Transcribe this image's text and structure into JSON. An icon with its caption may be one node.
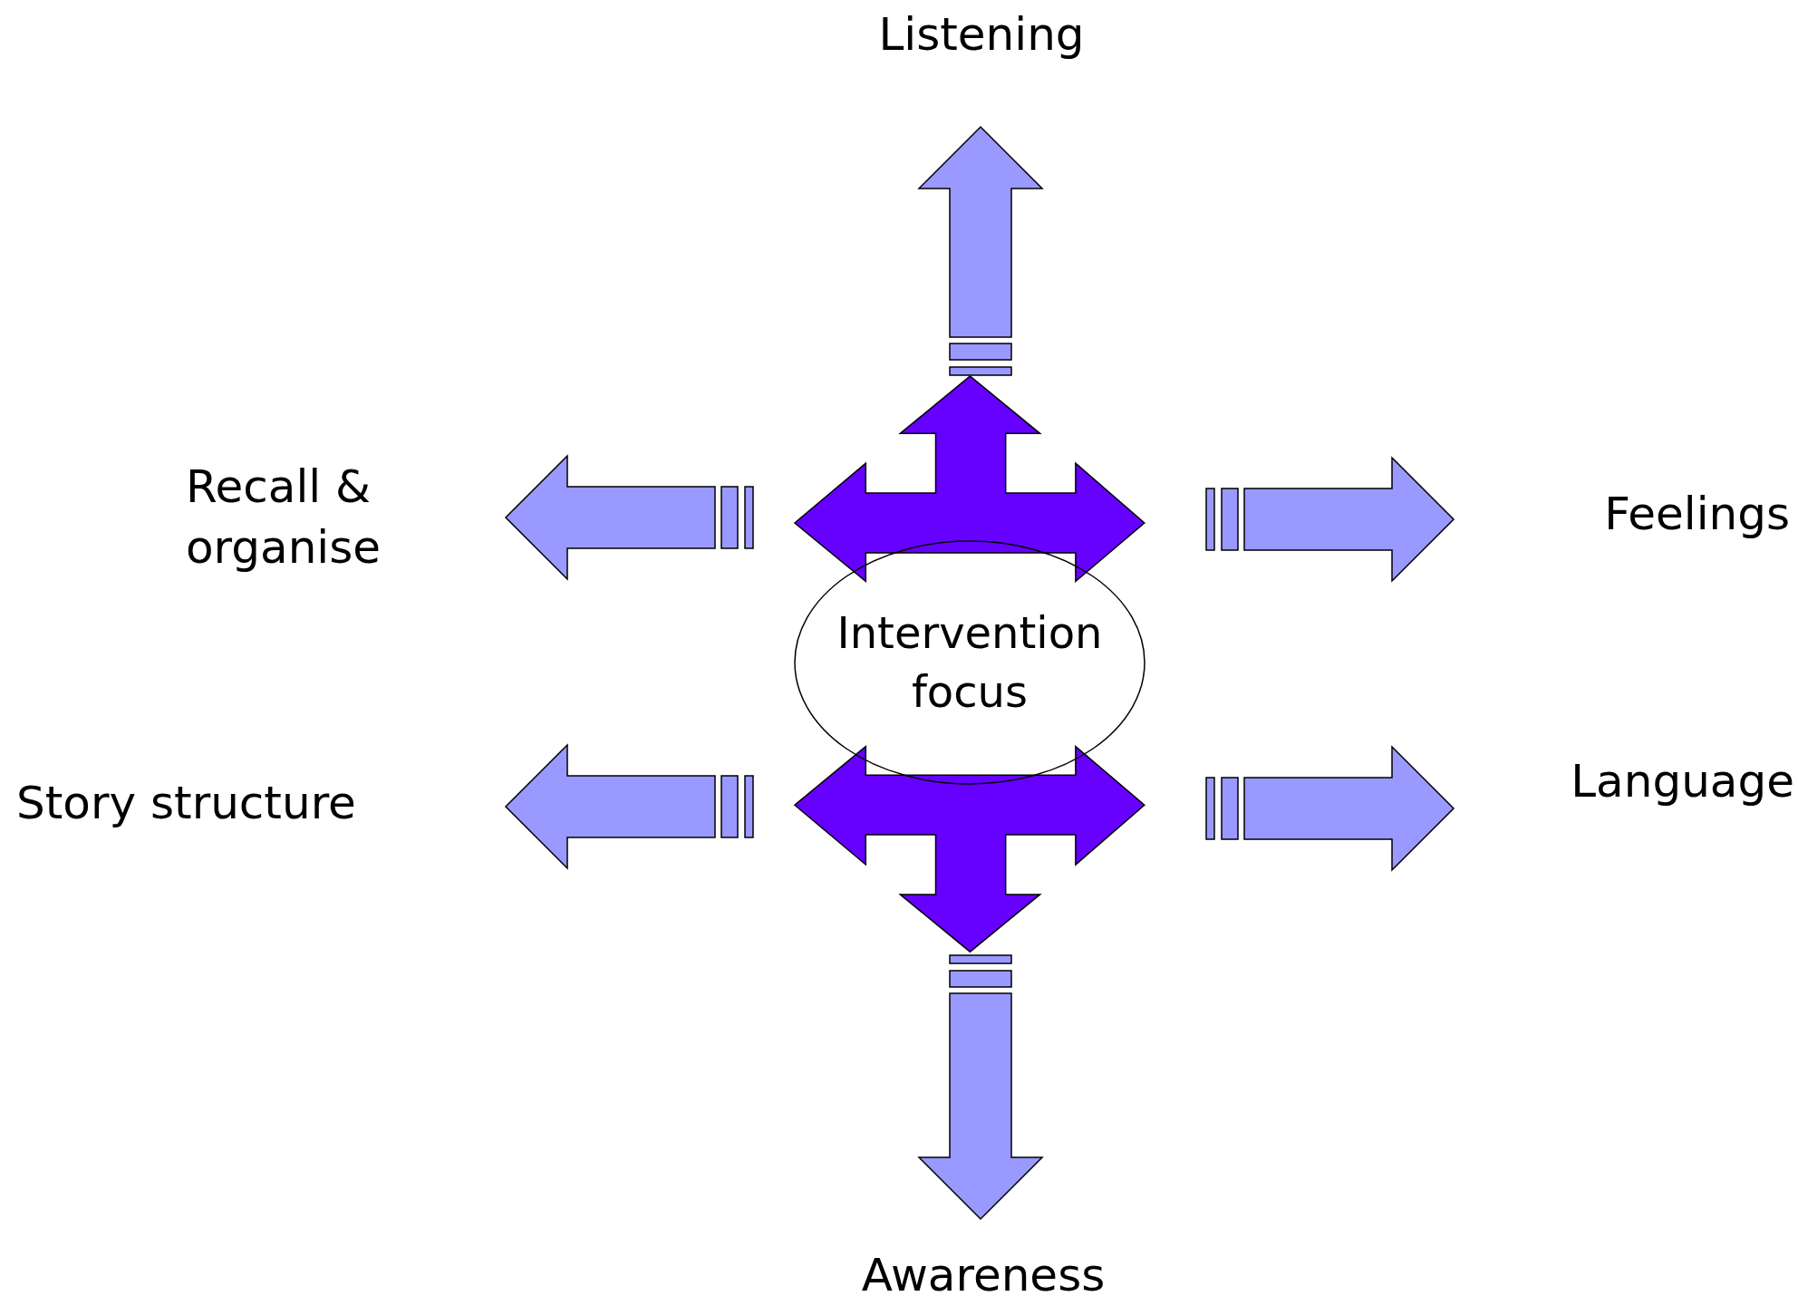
{
  "diagram": {
    "nodes": [
      {
        "text": [
          "Intervention focus"
        ]
      },
      {
        "text": [
          "Listening"
        ]
      },
      {
        "text": [
          "Recall & organise"
        ]
      },
      {
        "text": [
          "Feelings"
        ]
      },
      {
        "text": [
          "Story structure"
        ]
      },
      {
        "text": [
          "Language"
        ]
      },
      {
        "text": [
          "Awareness"
        ]
      }
    ],
    "edges": [
      {
        "from": 0,
        "to": 1,
        "arrow": "to"
      },
      {
        "from": 0,
        "to": 2,
        "arrow": "to"
      },
      {
        "from": 0,
        "to": 3,
        "arrow": "to"
      },
      {
        "from": 0,
        "to": 4,
        "arrow": "to"
      },
      {
        "from": 0,
        "to": 5,
        "arrow": "to"
      },
      {
        "from": 0,
        "to": 6,
        "arrow": "to"
      }
    ]
  }
}
